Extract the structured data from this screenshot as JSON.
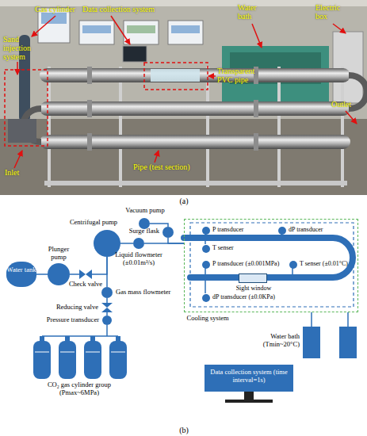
{
  "diagram": {
    "nodes": [
      {
        "text": [
          "Vacuum pump"
        ]
      },
      {
        "text": [
          "Surge flask"
        ]
      },
      {
        "text": [
          "Centrifugal pump"
        ]
      },
      {
        "text": [
          "Water tank"
        ]
      },
      {
        "text": [
          "Plunger pump"
        ]
      },
      {
        "text": [
          "Check valve"
        ]
      },
      {
        "text": [
          "Liquid flowmeter (±0.01m³/s)"
        ]
      },
      {
        "text": [
          "Gas mass flowmeter"
        ]
      },
      {
        "text": [
          "Reducing valve"
        ]
      },
      {
        "text": [
          "Pressure transducer"
        ]
      },
      {
        "text": [
          "CO₂ gas cylinder group (Pmax~6MPa)"
        ]
      },
      {
        "text": [
          "Cooling system"
        ]
      },
      {
        "text": [
          "P transducer"
        ],
        "in": 11
      },
      {
        "text": [
          "T senser"
        ],
        "in": 11
      },
      {
        "text": [
          "dP transducer"
        ],
        "in": 11
      },
      {
        "text": [
          "P transducer (±0.001MPa)"
        ],
        "in": 11
      },
      {
        "text": [
          "T senser (±0.01°C)"
        ],
        "in": 11
      },
      {
        "text": [
          "Sight window"
        ],
        "in": 11
      },
      {
        "text": [
          "dP transducer (±0.0KPa)"
        ],
        "in": 11
      },
      {
        "text": [
          "Water bath (Tmin~20°C)"
        ]
      },
      {
        "text": [
          "Data collection system (time interval=1s)"
        ]
      }
    ],
    "edges": [
      {
        "from": 0,
        "to": 1,
        "arrow": "none"
      },
      {
        "from": 1,
        "to": 11,
        "arrow": "none"
      },
      {
        "from": 2,
        "to": 6,
        "arrow": "none"
      },
      {
        "from": 6,
        "to": 11,
        "arrow": "none"
      },
      {
        "from": 3,
        "to": 4,
        "arrow": "none"
      },
      {
        "from": 4,
        "to": 5,
        "arrow": "none"
      },
      {
        "from": 5,
        "to": 2,
        "arrow": "none"
      },
      {
        "from": 10,
        "to": 9,
        "arrow": "none"
      },
      {
        "from": 9,
        "to": 8,
        "arrow": "none"
      },
      {
        "from": 8,
        "to": 7,
        "arrow": "none"
      },
      {
        "from": 7,
        "to": 2,
        "arrow": "none"
      },
      {
        "from": 19,
        "to": 11,
        "arrow": "none"
      },
      {
        "from": 19,
        "to": 11,
        "arrow": "none"
      }
    ],
    "labels": [
      "Gas cylinder",
      "Data collection system",
      "Water bath",
      "Electric box",
      "Sand injection system",
      "Transparent PVC pipe",
      "Outlet",
      "Inlet",
      "Pipe (test section)",
      "(a)",
      "(b)"
    ]
  }
}
